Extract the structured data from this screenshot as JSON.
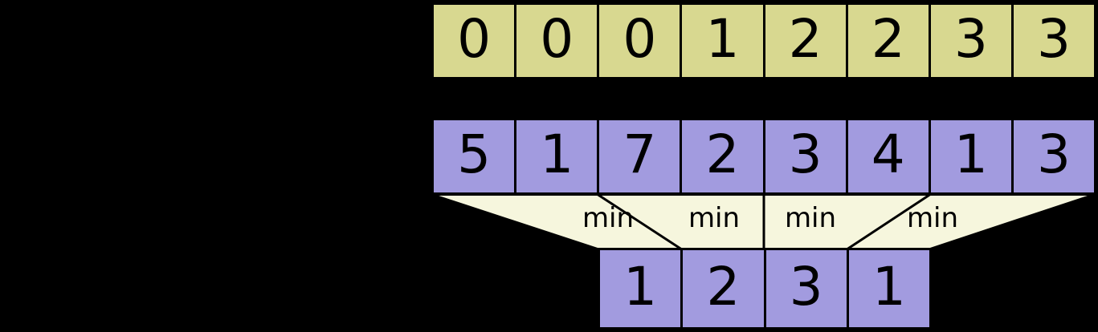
{
  "colors": {
    "background": "#000000",
    "top_row": "#d8d890",
    "array_row": "#a29bdf",
    "funnel": "#f6f6dd",
    "border": "#000000"
  },
  "top_row": {
    "cells": [
      "0",
      "0",
      "0",
      "1",
      "2",
      "2",
      "3",
      "3"
    ]
  },
  "array_row": {
    "cells": [
      "5",
      "1",
      "7",
      "2",
      "3",
      "4",
      "1",
      "3"
    ]
  },
  "funnel": {
    "labels": [
      "min",
      "min",
      "min",
      "min"
    ]
  },
  "min_row": {
    "cells": [
      "1",
      "2",
      "3",
      "1"
    ]
  }
}
